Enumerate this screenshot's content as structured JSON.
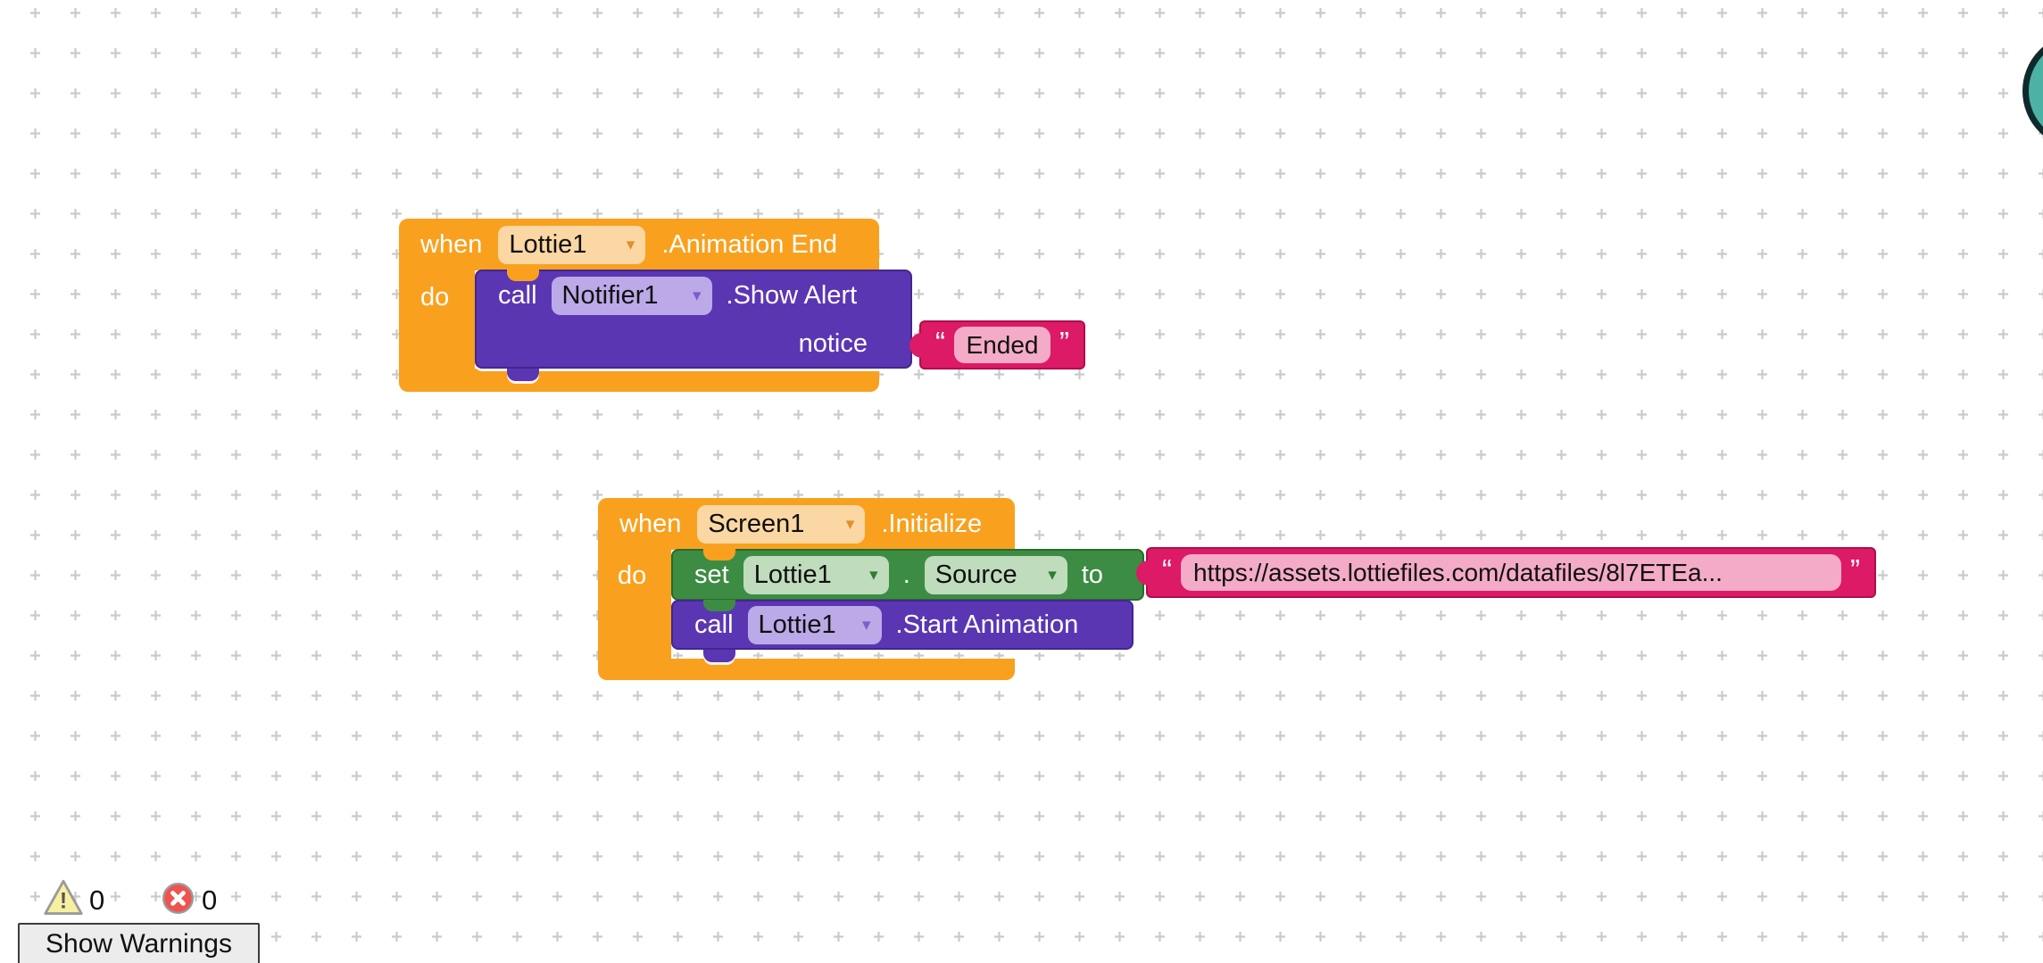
{
  "workspace": {
    "background": "#ffffff",
    "grid_cross_color": "#cacaca"
  },
  "icons": {
    "dropdown_arrow": "▾"
  },
  "palette": {
    "event_block": "#F9A11E",
    "event_field": "#FBD7A3",
    "method_block": "#5B36B3",
    "method_field": "#BCA9E8",
    "setter_block": "#3D8C43",
    "setter_field": "#BFDCBC",
    "text_block": "#DC1A66",
    "text_field": "#F4ABC7",
    "corner_button": "#4CB2A6"
  },
  "blocks": {
    "lottie_animation_end": {
      "kind": "event",
      "when_label": "when",
      "component": "Lottie1",
      "event_name": ".Animation End",
      "do_label": "do",
      "body": {
        "notifier_show_alert": {
          "kind": "component_method_call",
          "call_label": "call",
          "component": "Notifier1",
          "method_name": ".Show Alert",
          "param_label": "notice",
          "param_value": {
            "kind": "text",
            "open_quote": "“",
            "text": "Ended",
            "close_quote": "”"
          }
        }
      }
    },
    "screen_initialize": {
      "kind": "event",
      "when_label": "when",
      "component": "Screen1",
      "event_name": ".Initialize",
      "do_label": "do",
      "body": {
        "set_lottie_source": {
          "kind": "component_property_setter",
          "set_label": "set",
          "component": "Lottie1",
          "dot": ".",
          "property": "Source",
          "to_label": "to",
          "value": {
            "kind": "text",
            "open_quote": "“",
            "text": "https://assets.lottiefiles.com/datafiles/8l7ETEa...",
            "close_quote": "”"
          }
        },
        "call_lottie_start": {
          "kind": "component_method_call",
          "call_label": "call",
          "component": "Lottie1",
          "method_name": ".Start Animation"
        }
      }
    }
  },
  "status_bar": {
    "warning_icon": "warning-triangle-icon",
    "warning_count": "0",
    "error_icon": "error-x-icon",
    "error_count": "0",
    "show_warnings_button": "Show Warnings"
  },
  "corner_widget": {
    "description": "teal circular button, partially off-screen",
    "color": "#4CB2A6"
  }
}
